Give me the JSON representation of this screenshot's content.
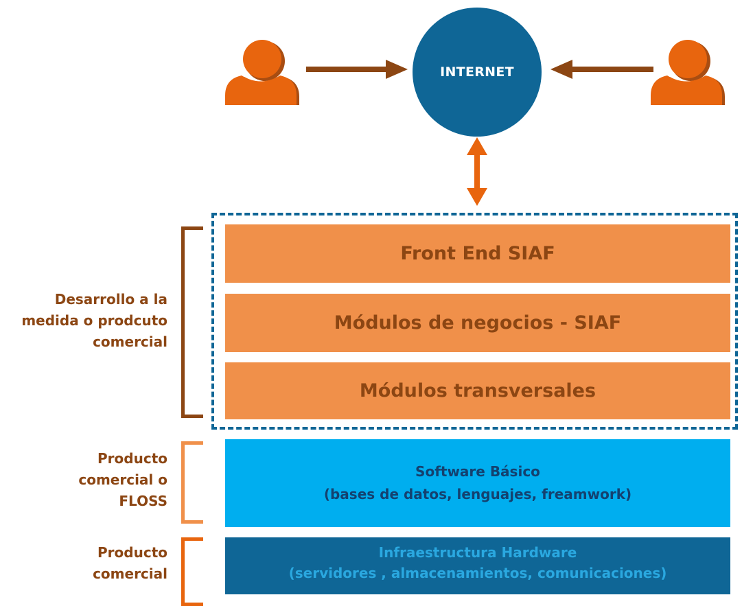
{
  "internet": {
    "label": "INTERNET"
  },
  "stack": {
    "front_end": "Front End SIAF",
    "business_modules": "Módulos de negocios - SIAF",
    "transversal_modules": "Módulos transversales",
    "software_basico": {
      "line1": "Software Básico",
      "line2": "(bases de datos, lenguajes, freamwork)"
    },
    "infraestructura": {
      "line1": "Infraestructura Hardware",
      "line2": "(servidores , almacenamientos, comunicaciones)"
    }
  },
  "groups": {
    "custom": {
      "line1": "Desarrollo a la",
      "line2": "medida o prodcuto",
      "line3": "comercial"
    },
    "floss": {
      "line1": "Producto",
      "line2": "comercial o",
      "line3": "FLOSS"
    },
    "commercial": {
      "line1": "Producto",
      "line2": "comercial"
    }
  },
  "colors": {
    "internet_circle": "#0f6696",
    "users": "#e8650e",
    "arrows_to_internet": "#8c4613",
    "bidirectional_arrow": "#e8650e",
    "app_layers": "#f0904a",
    "app_layer_text": "#8c4613",
    "software_layer": "#00aeef",
    "software_text": "#14416f",
    "hardware_layer": "#0f6696",
    "hardware_text": "#2aa8e0",
    "dashed_border": "#0f6696",
    "bracket_custom": "#8c4613",
    "bracket_floss": "#f0904a",
    "bracket_commercial": "#e8650e"
  }
}
